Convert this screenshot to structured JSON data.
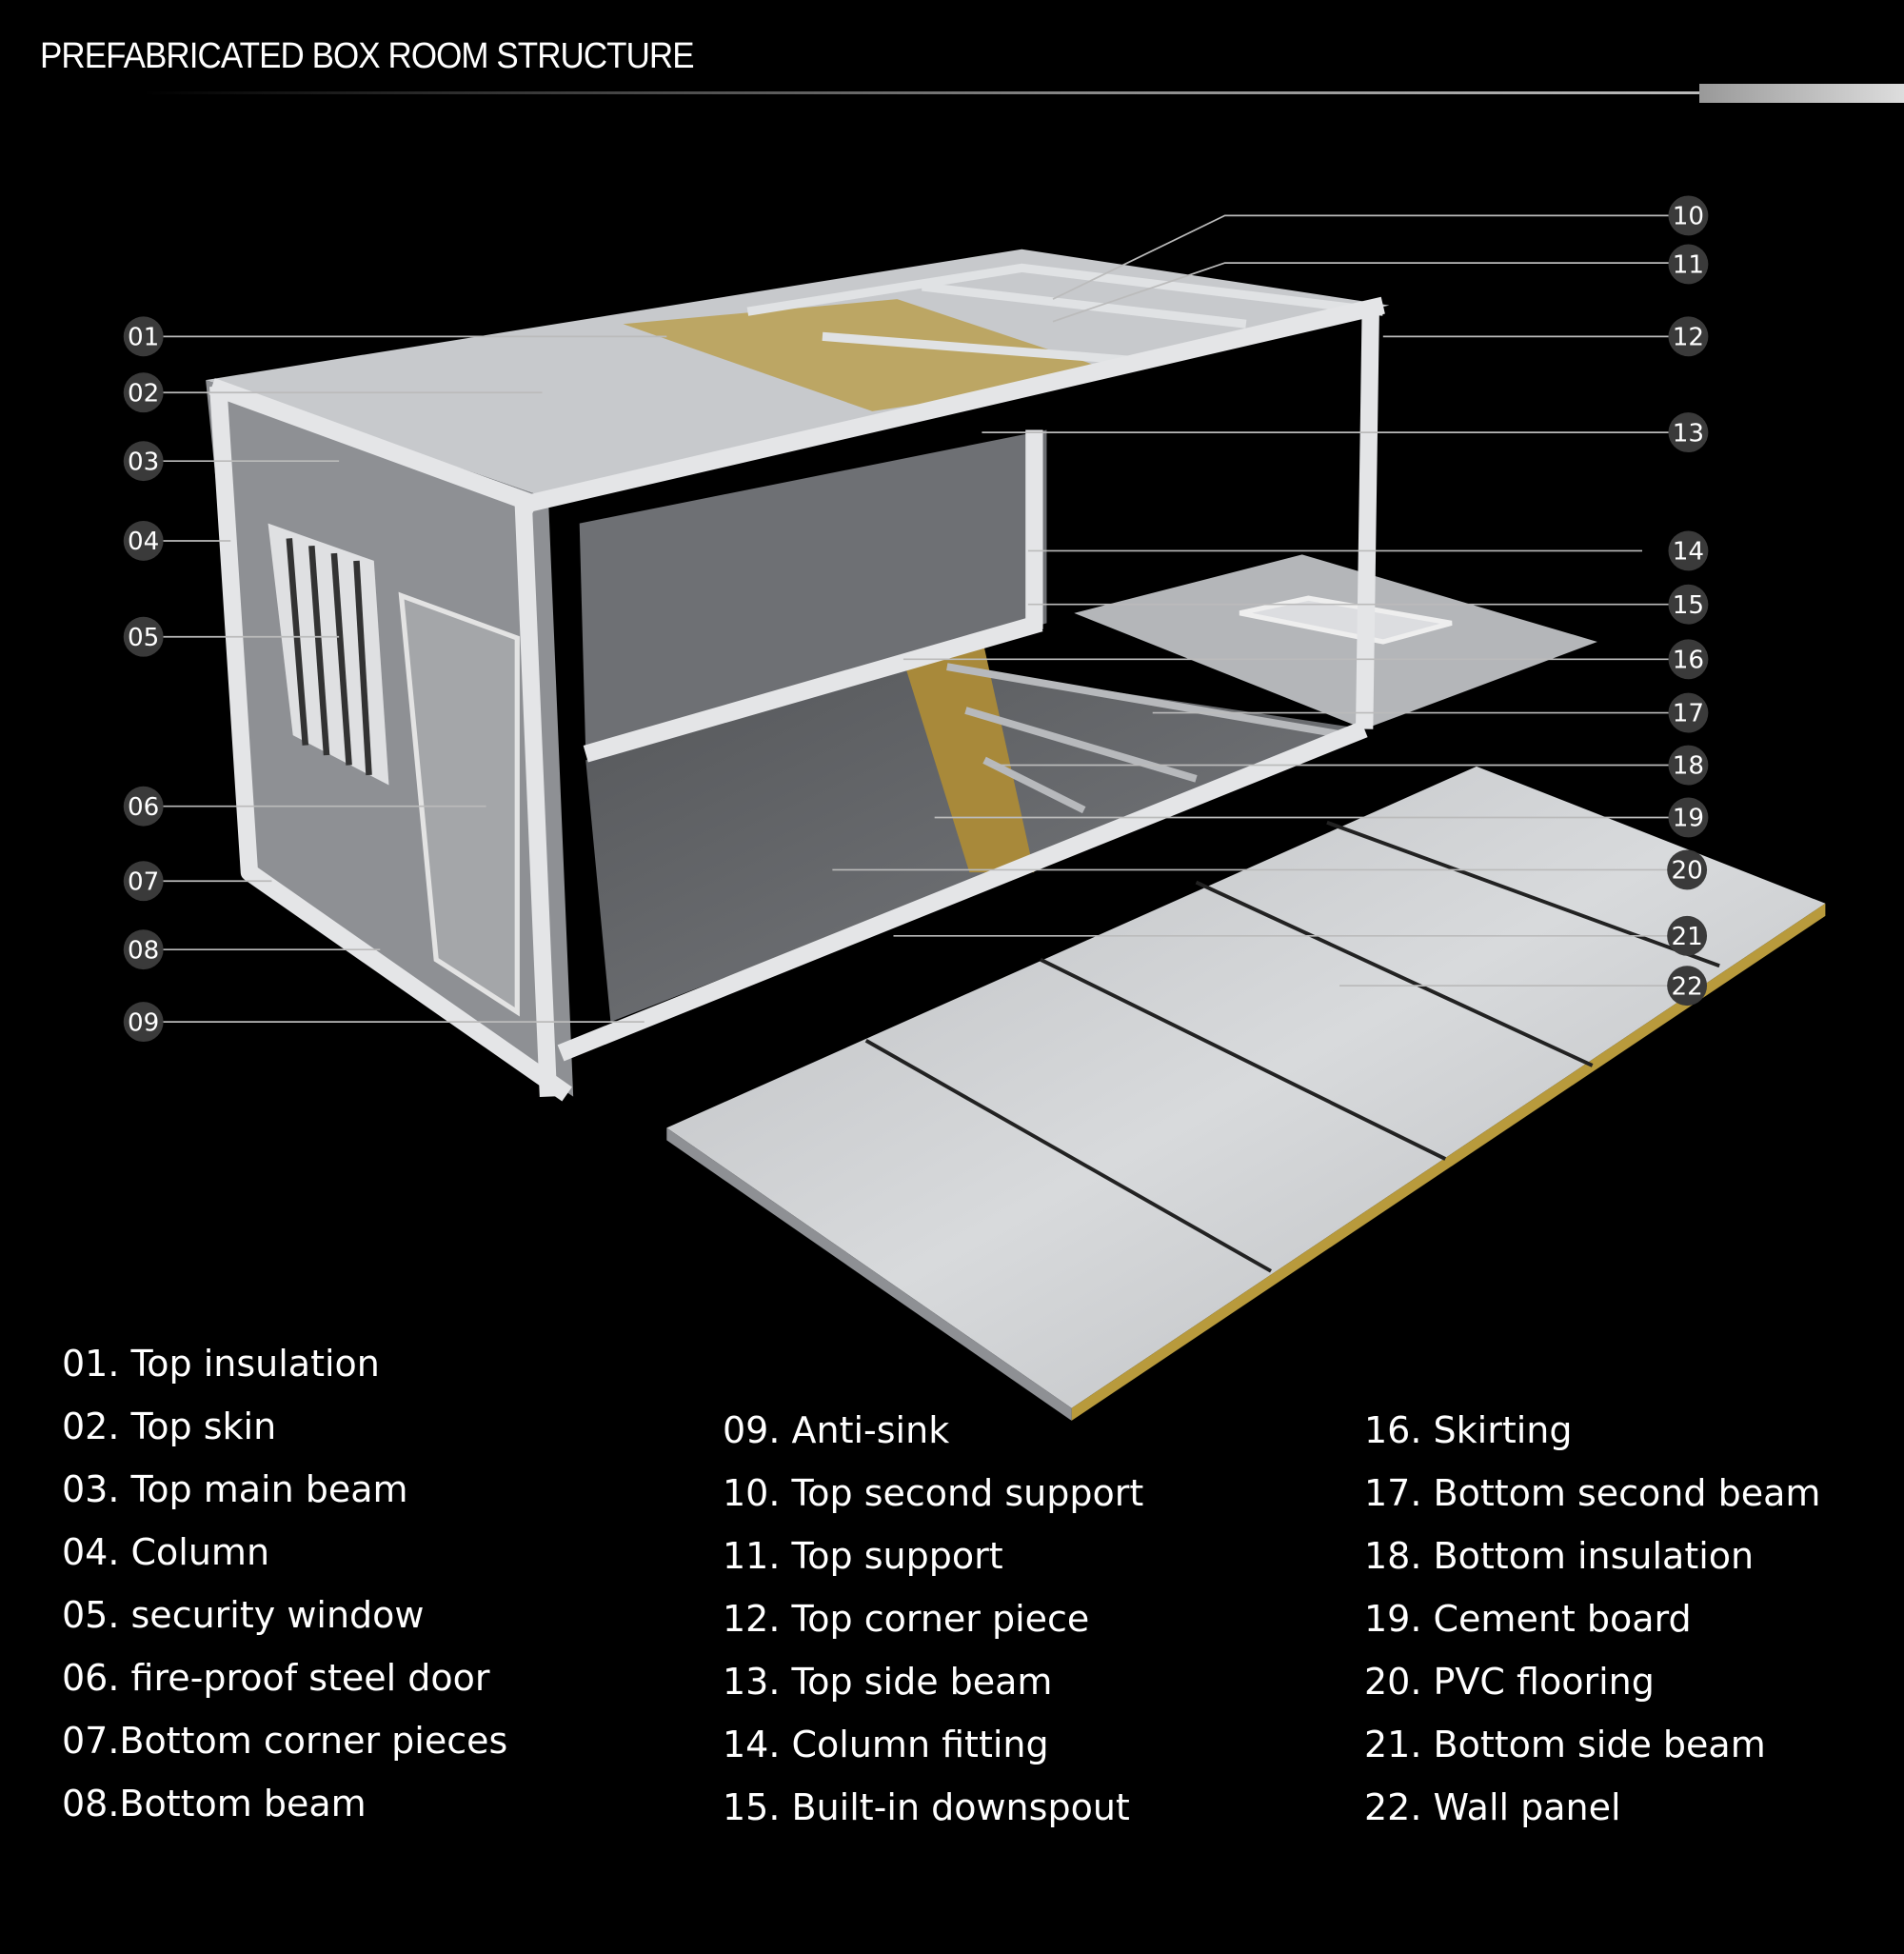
{
  "header": {
    "title": "PREFABRICATED BOX ROOM STRUCTURE"
  },
  "callouts": [
    "01",
    "02",
    "03",
    "04",
    "05",
    "06",
    "07",
    "08",
    "09",
    "10",
    "11",
    "12",
    "13",
    "14",
    "15",
    "16",
    "17",
    "18",
    "19",
    "20",
    "21",
    "22"
  ],
  "legend": {
    "col1": [
      "01. Top insulation",
      "02. Top skin",
      "03. Top main beam",
      "04. Column",
      "05. security window",
      "06. fire-proof steel door",
      "07.Bottom corner pieces",
      "08.Bottom beam"
    ],
    "col2": [
      "09. Anti-sink",
      "10. Top second support",
      "11. Top support",
      "12. Top corner piece",
      "13. Top side beam",
      "14. Column fitting",
      "15. Built-in downspout"
    ],
    "col3": [
      "16. Skirting",
      "17. Bottom second beam",
      "18. Bottom insulation",
      "19. Cement board",
      "20. PVC flooring",
      "21. Bottom side beam",
      "22. Wall panel"
    ]
  }
}
